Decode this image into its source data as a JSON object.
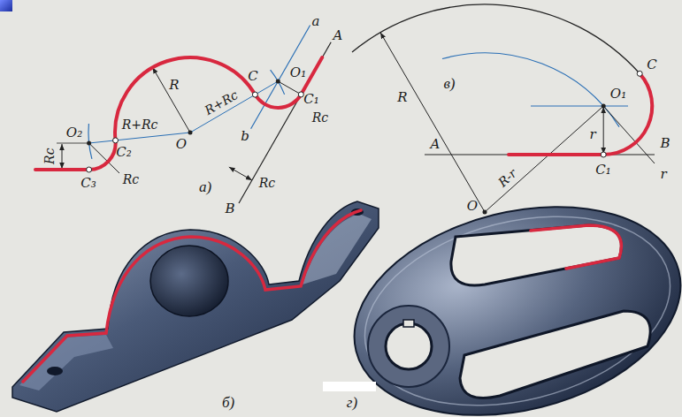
{
  "diagram": {
    "labels": [
      "а)",
      "R",
      "R+Rc",
      "R+Rc",
      "Rc",
      "Rc",
      "Rc",
      "Rc",
      "O",
      "O₁",
      "O₂",
      "C",
      "C₁",
      "C₂",
      "C₃",
      "a",
      "b",
      "A",
      "B",
      "в)",
      "R",
      "R-r",
      "r",
      "r",
      "O",
      "O₁",
      "C",
      "C₁",
      "A",
      "B",
      "б)",
      "г)"
    ]
  }
}
